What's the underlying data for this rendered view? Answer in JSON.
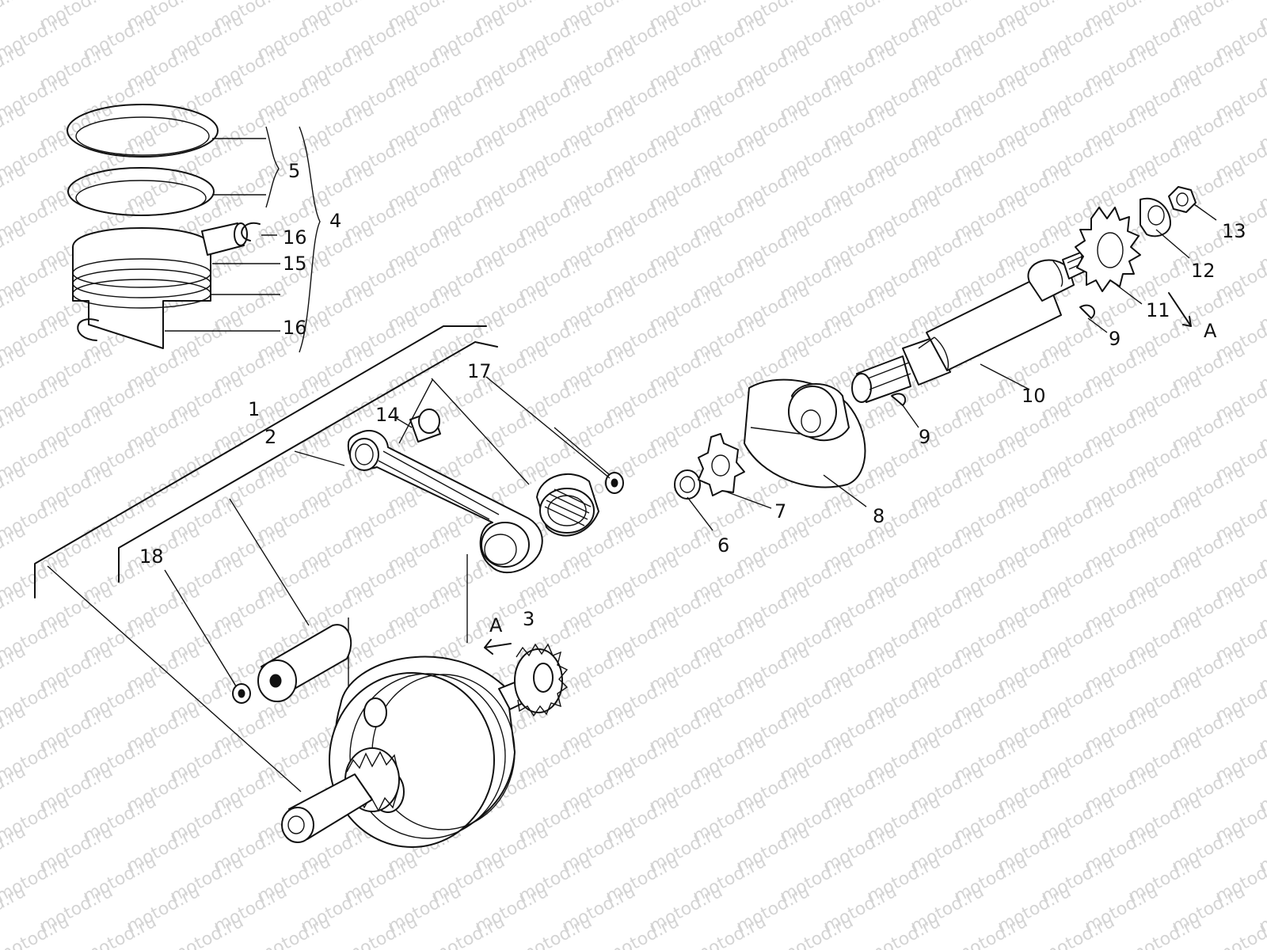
{
  "watermark": {
    "text": "motod.ru"
  },
  "callouts": [
    {
      "id": "c1",
      "text": "1"
    },
    {
      "id": "c2",
      "text": "2"
    },
    {
      "id": "c3",
      "text": "3"
    },
    {
      "id": "c4",
      "text": "4"
    },
    {
      "id": "c5",
      "text": "5"
    },
    {
      "id": "c6",
      "text": "6"
    },
    {
      "id": "c7",
      "text": "7"
    },
    {
      "id": "c8",
      "text": "8"
    },
    {
      "id": "c9a",
      "text": "9"
    },
    {
      "id": "c9b",
      "text": "9"
    },
    {
      "id": "c10",
      "text": "10"
    },
    {
      "id": "c11",
      "text": "11"
    },
    {
      "id": "c12",
      "text": "12"
    },
    {
      "id": "c13",
      "text": "13"
    },
    {
      "id": "c14",
      "text": "14"
    },
    {
      "id": "c15",
      "text": "15"
    },
    {
      "id": "c16a",
      "text": "16"
    },
    {
      "id": "c16b",
      "text": "16"
    },
    {
      "id": "c17",
      "text": "17"
    },
    {
      "id": "c18",
      "text": "18"
    },
    {
      "id": "cAa",
      "text": "A"
    },
    {
      "id": "cAb",
      "text": "A"
    }
  ]
}
